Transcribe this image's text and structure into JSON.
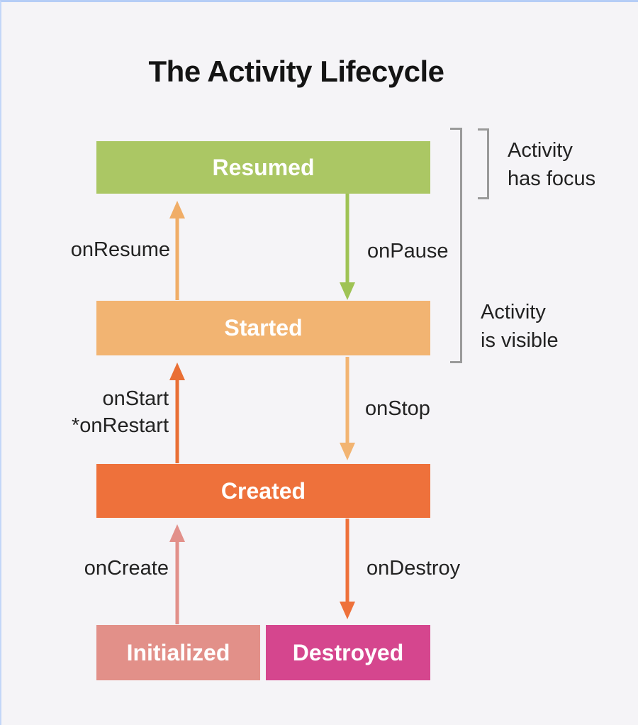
{
  "title": "The Activity Lifecycle",
  "colors": {
    "background": "#f5f4f7",
    "frame": "#b5cdf6",
    "text": "#222222",
    "box_text": "#ffffff",
    "bracket": "#9a9a9a"
  },
  "states": [
    {
      "id": "resumed",
      "label": "Resumed",
      "color": "#abc764"
    },
    {
      "id": "started",
      "label": "Started",
      "color": "#f2b472"
    },
    {
      "id": "created",
      "label": "Created",
      "color": "#ee713b"
    },
    {
      "id": "initialized",
      "label": "Initialized",
      "color": "#e29089"
    },
    {
      "id": "destroyed",
      "label": "Destroyed",
      "color": "#d5468e"
    }
  ],
  "transitions": [
    {
      "label": "onResume",
      "direction": "up",
      "color": "#f0ad67",
      "from": "Started",
      "to": "Resumed"
    },
    {
      "label": "onPause",
      "direction": "down",
      "color": "#9fc355",
      "from": "Resumed",
      "to": "Started"
    },
    {
      "lines": [
        "onStart",
        "*onRestart"
      ],
      "direction": "up",
      "color": "#e96f35",
      "from": "Created",
      "to": "Started"
    },
    {
      "label": "onStop",
      "direction": "down",
      "color": "#f2b472",
      "from": "Started",
      "to": "Created"
    },
    {
      "label": "onCreate",
      "direction": "up",
      "color": "#e2908a",
      "from": "Initialized",
      "to": "Created"
    },
    {
      "label": "onDestroy",
      "direction": "down",
      "color": "#ee713b",
      "from": "Created",
      "to": "Destroyed"
    }
  ],
  "annotations": [
    {
      "id": "has-focus",
      "lines": [
        "Activity",
        "has focus"
      ]
    },
    {
      "id": "is-visible",
      "lines": [
        "Activity",
        "is visible"
      ]
    }
  ]
}
